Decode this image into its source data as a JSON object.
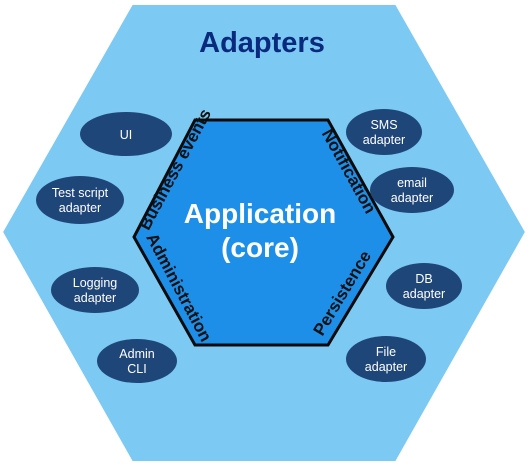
{
  "title": "Adapters",
  "core": {
    "line1": "Application",
    "line2": "(core)"
  },
  "ports": {
    "business_events": "Business events",
    "notification": "Notification",
    "administration": "Administration",
    "persistence": "Persistence"
  },
  "adapters": {
    "ui": [
      "UI"
    ],
    "test_script": [
      "Test script",
      "adapter"
    ],
    "logging": [
      "Logging",
      "adapter"
    ],
    "admin_cli": [
      "Admin",
      "CLI"
    ],
    "sms": [
      "SMS",
      "adapter"
    ],
    "email": [
      "email",
      "adapter"
    ],
    "db": [
      "DB",
      "adapter"
    ],
    "file": [
      "File",
      "adapter"
    ]
  },
  "colors": {
    "outer_hexagon": "#7cc9f3",
    "outer_hexagon_stroke": "#ffffff",
    "inner_hexagon": "#1e8fe9",
    "inner_hexagon_stroke": "#0a0a0a",
    "adapter_fill": "#1f4679",
    "adapter_text": "#ffffff",
    "title_text": "#0a2a7d",
    "port_text": "#111111",
    "core_text": "#ffffff"
  }
}
